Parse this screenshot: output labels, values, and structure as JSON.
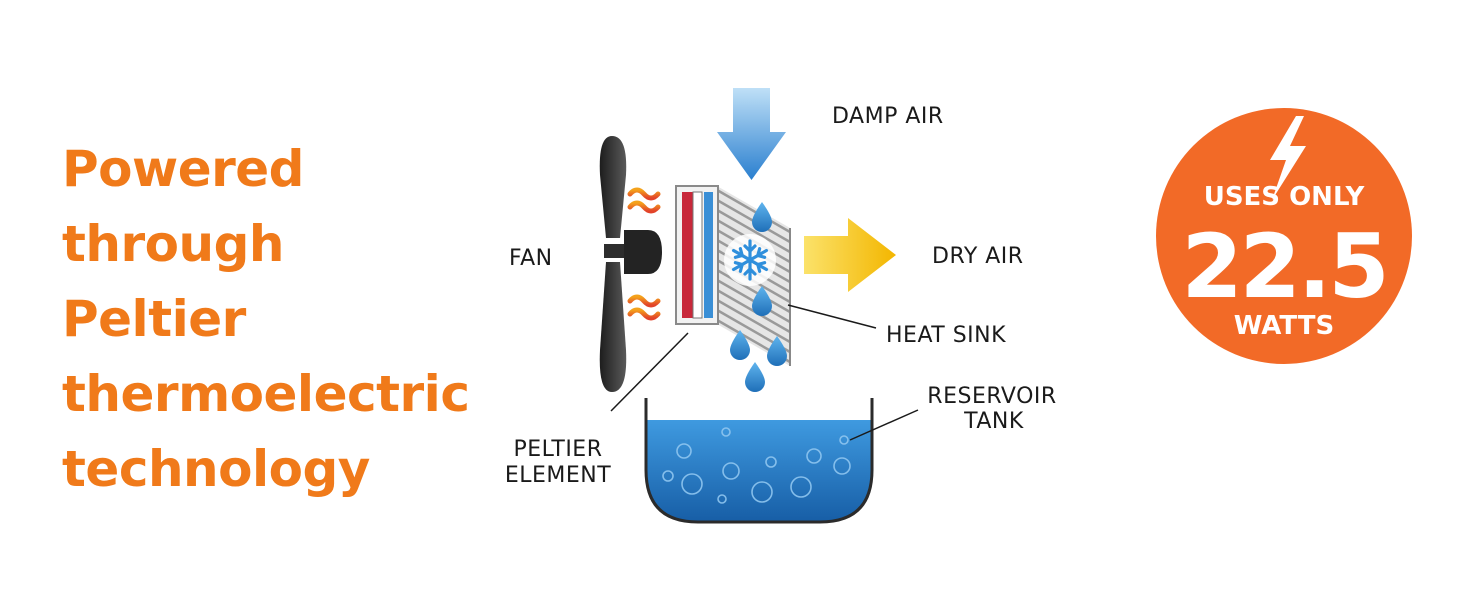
{
  "headline": {
    "lines": [
      "Powered",
      "through",
      "Peltier",
      "thermoelectric",
      "technology"
    ]
  },
  "diagram": {
    "labels": {
      "damp_air": "DAMP AIR",
      "dry_air": "DRY AIR",
      "fan": "FAN",
      "heat_sink": "HEAT SINK",
      "peltier_line1": "PELTIER",
      "peltier_line2": "ELEMENT",
      "reservoir_line1": "RESERVOIR",
      "reservoir_line2": "TANK"
    }
  },
  "badge": {
    "top": "USES ONLY",
    "value": "22.5",
    "unit": "WATTS",
    "icon": "lightning-bolt-icon"
  },
  "colors": {
    "accent_orange": "#f07a1a",
    "badge_orange": "#f26a27",
    "water_blue": "#1f6fb8",
    "arrow_blue": "#3a8fd6",
    "arrow_yellow": "#f7c21a",
    "hot_red": "#c8283a",
    "fan_gray": "#3a3a3a"
  }
}
